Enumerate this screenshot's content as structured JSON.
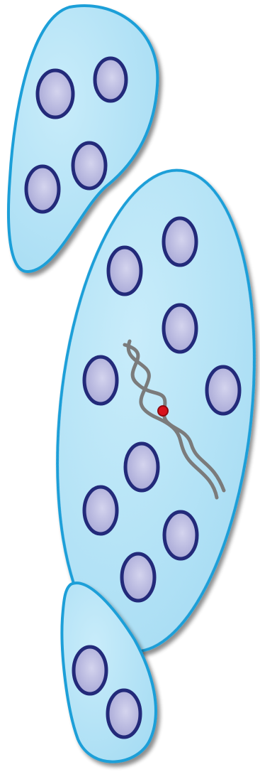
{
  "diagram": {
    "cell_fill": "#a6dcf3",
    "cell_fill_light": "#c8ecfa",
    "cell_outline": "#1d9fd8",
    "nucleus_fill": "#9c9cd0",
    "nucleus_fill_light": "#d4d4ee",
    "nucleus_outline": "#232a7a",
    "dna_color": "#7b7b7b",
    "marker_color": "#d8121c",
    "icons": [
      "cell-shape",
      "nucleus-oval",
      "dna-double-helix",
      "red-marker"
    ]
  }
}
